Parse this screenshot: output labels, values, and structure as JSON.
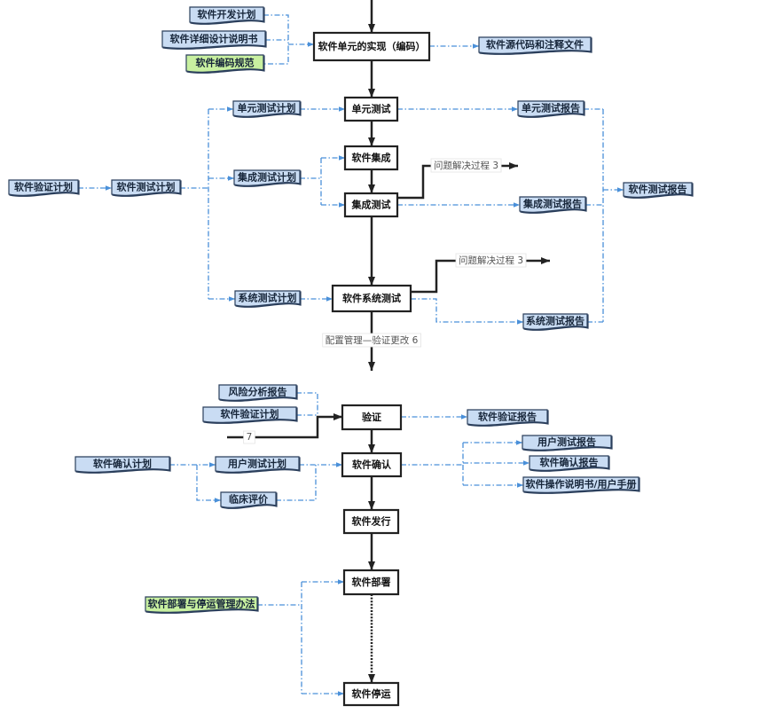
{
  "diagram": {
    "processes": {
      "coding": "软件单元的实现（编码）",
      "unit_test": "单元测试",
      "integration": "软件集成",
      "integration_test": "集成测试",
      "system_test": "软件系统测试",
      "verification": "验证",
      "confirmation": "软件确认",
      "release": "软件发行",
      "deployment": "软件部署",
      "decommission": "软件停运"
    },
    "documents": {
      "dev_plan": "软件开发计划",
      "detailed_design": "软件详细设计说明书",
      "coding_standard": "软件编码规范",
      "source_code": "软件源代码和注释文件",
      "unit_test_plan": "单元测试计划",
      "unit_test_report": "单元测试报告",
      "integration_test_plan": "集成测试计划",
      "integration_test_report": "集成测试报告",
      "verification_plan_top": "软件验证计划",
      "test_plan": "软件测试计划",
      "system_test_plan": "系统测试计划",
      "system_test_report": "系统测试报告",
      "test_report": "软件测试报告",
      "risk_analysis_report": "风险分析报告",
      "verification_plan": "软件验证计划",
      "verification_report": "软件验证报告",
      "confirmation_plan": "软件确认计划",
      "user_test_plan": "用户测试计划",
      "clinical_evaluation": "临床评价",
      "user_test_report": "用户测试报告",
      "confirmation_report": "软件确认报告",
      "user_manual": "软件操作说明书/用户手册",
      "deployment_policy": "软件部署与停运管理办法"
    },
    "annotations": {
      "problem_resolution_1": "问题解决过程 3",
      "problem_resolution_2": "问题解决过程 3",
      "config_management": "配置管理—验证更改 6",
      "ref_7": "7"
    },
    "colors": {
      "document_fill": "#c9dcf3",
      "standard_fill": "#c8f0a0",
      "document_border": "#2b3f5c",
      "dashed_connector": "#4a90d9",
      "flow_line": "#222222",
      "process_border": "#222222"
    }
  }
}
